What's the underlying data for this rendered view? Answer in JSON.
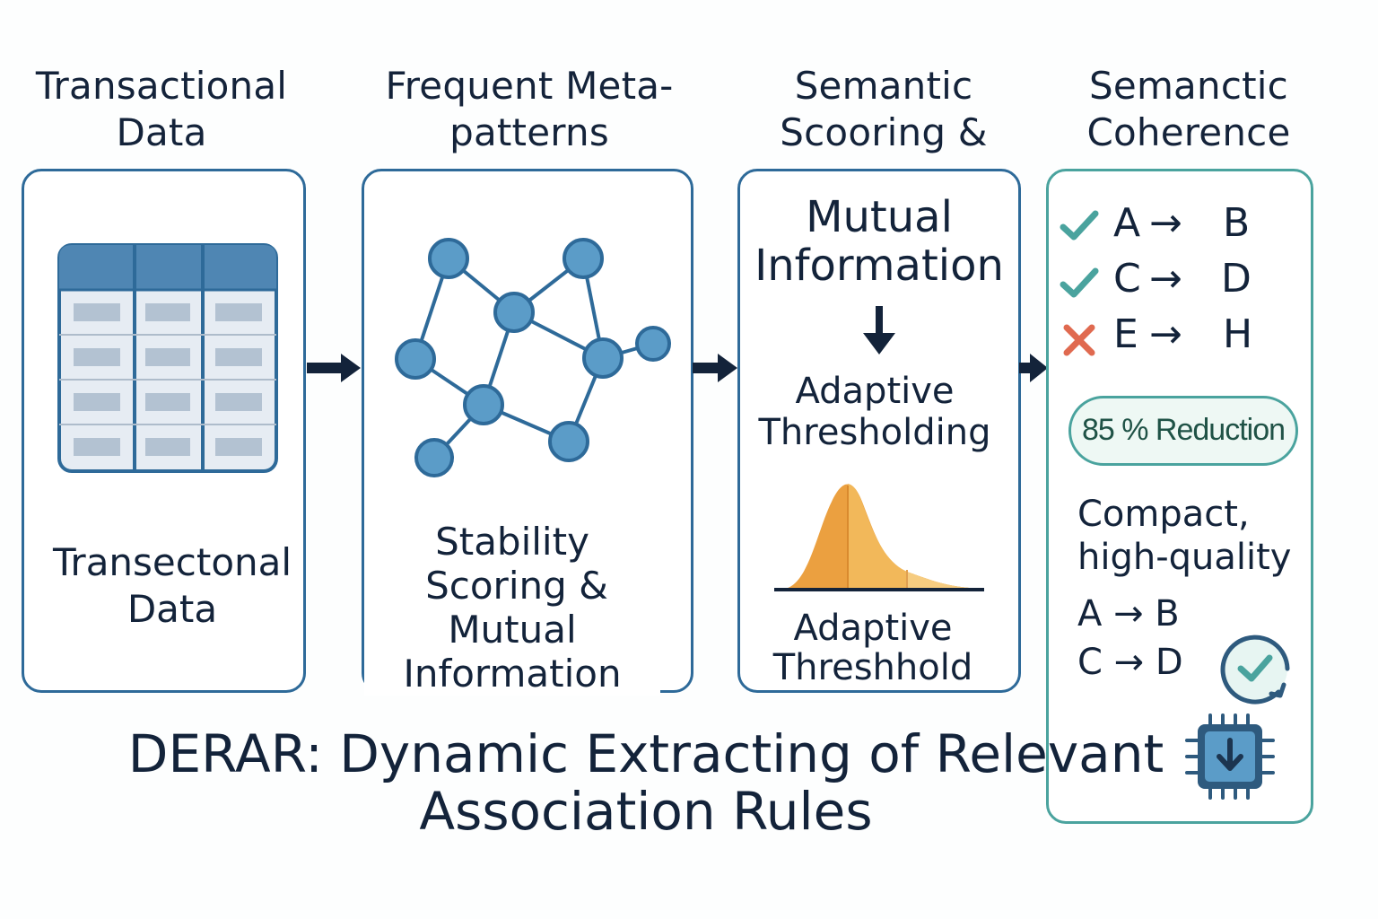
{
  "stages": [
    {
      "title_line1": "Transactional",
      "title_line2": "Data"
    },
    {
      "title_line1": "Frequent Meta-",
      "title_line2": "patterns"
    },
    {
      "title_line1": "Semantic",
      "title_line2": "Scooring &"
    },
    {
      "title_line1": "Semanctic",
      "title_line2": "Coherence"
    }
  ],
  "panel1": {
    "caption_line1": "Transectonal",
    "caption_line2": "Data",
    "icon": "table-icon"
  },
  "panel2": {
    "caption_line1": "Stability",
    "caption_line2": "Scoring &",
    "caption_line3": "Mutual",
    "caption_line4": "Information",
    "icon": "network-graph-icon"
  },
  "panel3": {
    "heading_line1": "Mutual",
    "heading_line2": "Information",
    "sub_line1": "Adaptive",
    "sub_line2": "Thresholding",
    "caption_line1": "Adaptive",
    "caption_line2": "Threshhold",
    "icon": "distribution-curve-icon"
  },
  "panel4": {
    "rules": [
      {
        "status": "accepted",
        "lhs": "A",
        "arrow": "→",
        "rhs": "B"
      },
      {
        "status": "accepted",
        "lhs": "C",
        "arrow": "→",
        "rhs": "D"
      },
      {
        "status": "rejected",
        "lhs": "E",
        "arrow": "→",
        "rhs": "H"
      }
    ],
    "badge": "85 % Reduction",
    "compact_line1": "Compact,",
    "compact_line2": "high-quality",
    "result_rule1": "A → B",
    "result_rule2": "C → D"
  },
  "main_title_line1": "DERAR: Dynamic Extracting of Relevant",
  "main_title_line2": "Association Rules",
  "colors": {
    "panel_border": "#2e6a99",
    "teal_border": "#4aa39e",
    "node_fill": "#5b9cc8",
    "curve_fill": "#eba040",
    "check": "#4aa39e",
    "cross": "#e06a50",
    "arrow": "#13233a"
  }
}
